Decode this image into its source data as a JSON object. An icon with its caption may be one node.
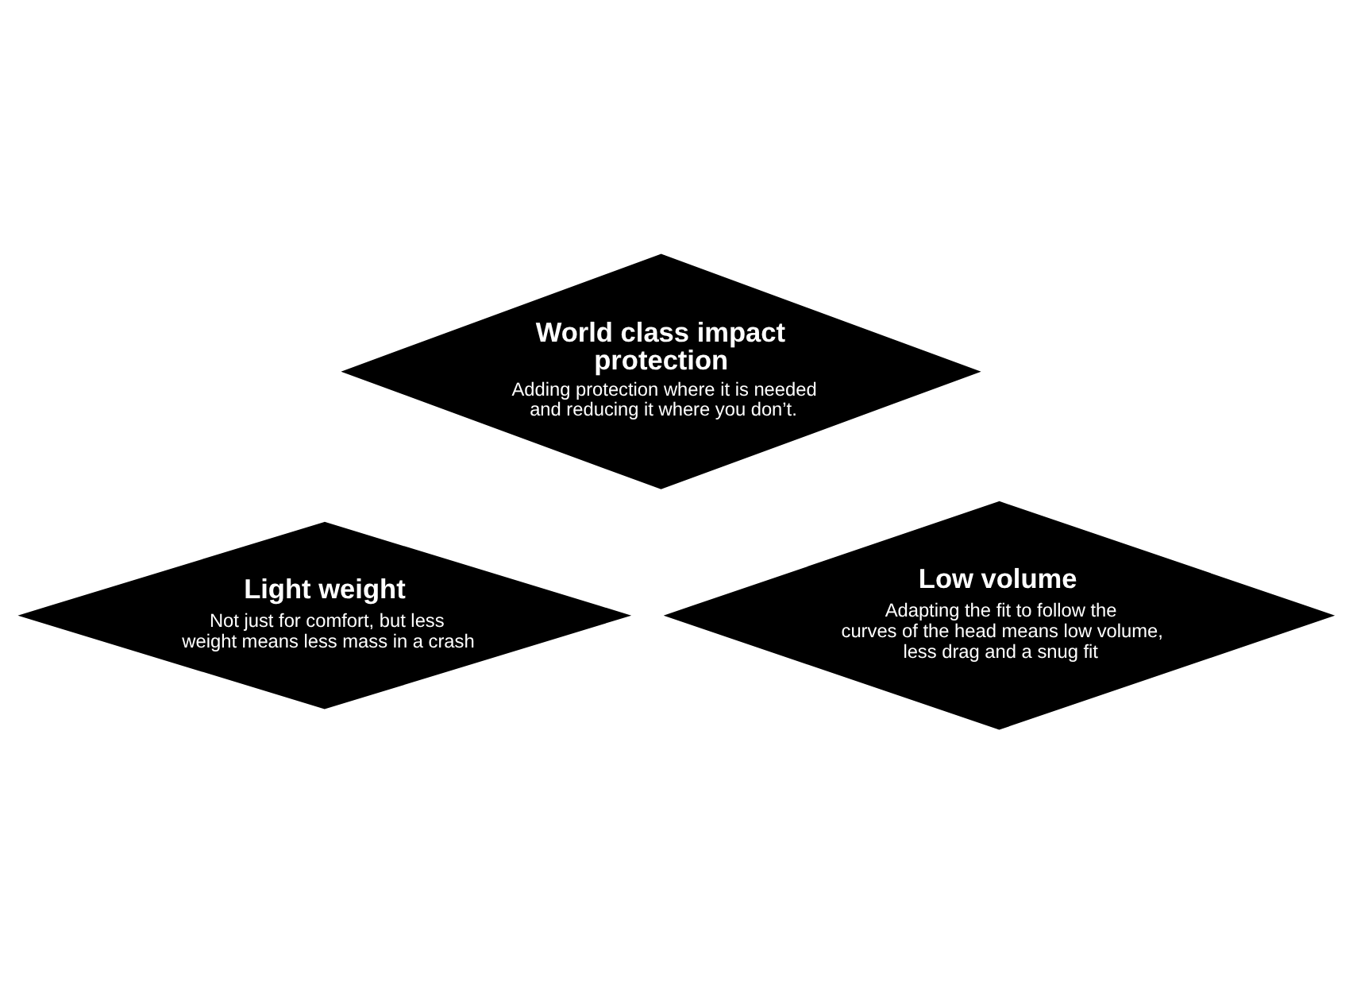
{
  "diagram": {
    "nodes": [
      {
        "text": [
          "World class impact protection",
          "Adding protection where it is needed and reducing it where you don’t."
        ]
      },
      {
        "text": [
          "Light weight",
          "Not just for comfort, but less weight means less mass in a crash"
        ]
      },
      {
        "text": [
          "Low volume",
          "Adapting the fit to follow the curves of the head means low volume, less drag and a snug fit"
        ]
      }
    ]
  }
}
